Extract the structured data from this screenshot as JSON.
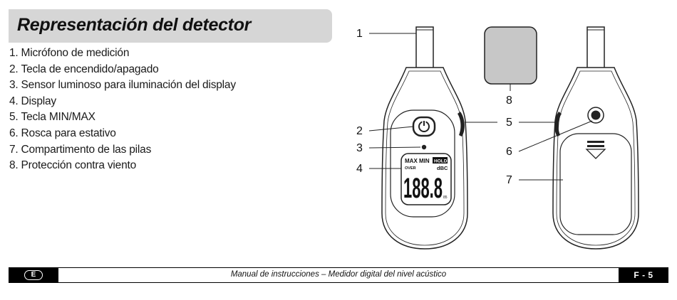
{
  "header": {
    "title": "Representación del detector"
  },
  "parts": [
    {
      "num": "1.",
      "label": "Micrófono de medición"
    },
    {
      "num": "2.",
      "label": "Tecla de encendido/apagado"
    },
    {
      "num": "3.",
      "label": "Sensor luminoso para iluminación del display"
    },
    {
      "num": "4.",
      "label": "Display"
    },
    {
      "num": "5.",
      "label": "Tecla MIN/MAX"
    },
    {
      "num": "6.",
      "label": "Rosca para estativo"
    },
    {
      "num": "7.",
      "label": "Compartimento de las pilas"
    },
    {
      "num": "8.",
      "label": "Protección contra viento"
    }
  ],
  "figure": {
    "callouts": [
      "1",
      "2",
      "3",
      "4",
      "5",
      "6",
      "7",
      "8"
    ],
    "lcd": {
      "max": "MAX",
      "min": "MIN",
      "hold": "HOLD",
      "over": "OVER",
      "unit": "dBC",
      "digits": "188.8",
      "small": "85"
    }
  },
  "footer": {
    "lang_badge": "E",
    "text": "Manual de instrucciones – Medidor digital del nivel acústico",
    "page": "F - 5"
  }
}
